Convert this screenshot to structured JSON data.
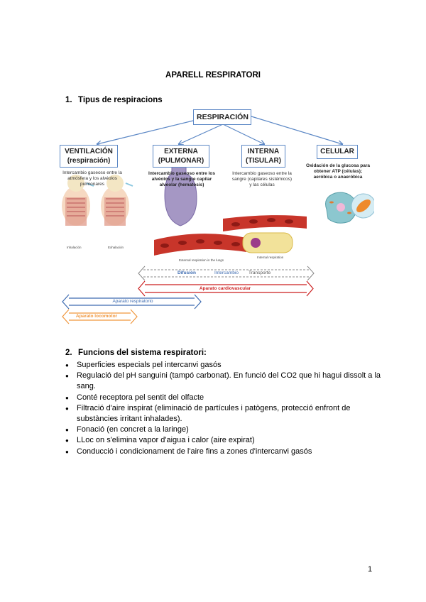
{
  "document": {
    "title": "APARELL RESPIRATORI",
    "page_number": "1"
  },
  "section1": {
    "number": "1.",
    "heading": "Tipus de respiracions"
  },
  "diagram": {
    "root": "RESPIRACIÓN",
    "types": [
      {
        "line1": "VENTILACIÓN",
        "line2": "(respiración)",
        "description": "Intercambio gaseoso entre la atmósfera y los alvéolos pulmonares"
      },
      {
        "line1": "EXTERNA",
        "line2": "(PULMONAR)",
        "description": "Intercambio gaseoso entre los alvéolos y la sangre capilar alveolar (hematosis)"
      },
      {
        "line1": "INTERNA",
        "line2": "(TISULAR)",
        "description": "Intercambio gaseoso entre la sangre (capilares sistémicos) y las células"
      },
      {
        "line1": "CELULAR",
        "line2": "",
        "description": "Oxidación de la glucosa para obtener ATP (células); aeróbica o anaeróbica"
      }
    ],
    "figure_captions": {
      "inhalation": "Inhalación",
      "exhalation": "Exhalación",
      "external_respiration": "External respiration in the lungs",
      "internal_respiration": "Internal respiration"
    },
    "process_arrow": {
      "labels": [
        "Difusión",
        "Intercambio",
        "Transporte"
      ],
      "color": "#888888"
    },
    "systems": [
      {
        "label": "Aparato cardiovascular",
        "color": "#cc1f1f"
      },
      {
        "label": "Aparato respiratorio",
        "color": "#3d6bb0"
      },
      {
        "label": "Aparato locomotor",
        "color": "#f0963c"
      }
    ]
  },
  "section2": {
    "number": "2.",
    "heading": "Funcions del sistema respiratori:",
    "items": [
      "Superficies especials pel intercanvi gasós",
      "Regulació del pH sanguini (tampó carbonat). En funció del CO2 que hi hagui dissolt a la sang.",
      "Conté receptora pel sentit del olfacte",
      "Filtració d'aire inspirat (eliminació de partícules i patògens, protecció enfront de substàncies irritant inhalades).",
      "Fonació (en concret a la laringe)",
      "LLoc on s'elimina vapor d'aigua i calor (aire expirat)",
      "Conducció i condicionament de l'aire fins a zones d'intercanvi gasós"
    ]
  }
}
